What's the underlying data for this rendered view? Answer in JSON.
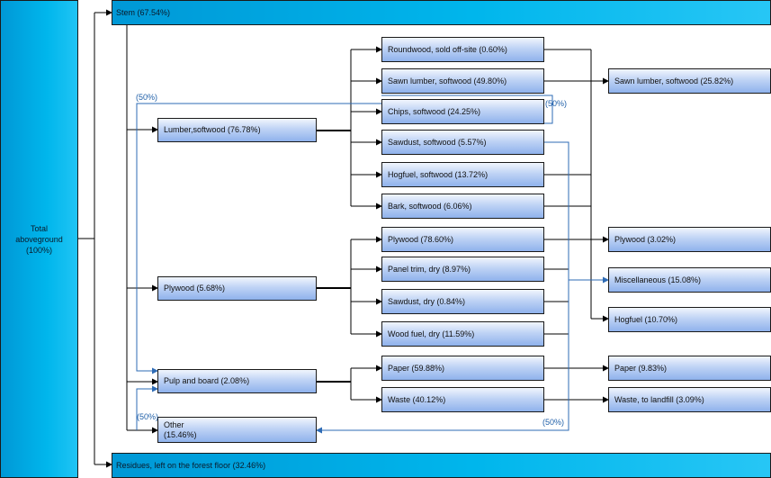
{
  "total": {
    "line1": "Total",
    "line2": "aboveground",
    "line3": "(100%)"
  },
  "stem": "Stem (67.54%)",
  "residues": "Residues, left on the forest floor (32.46%)",
  "primary": {
    "lumber": "Lumber,softwood (76.78%)",
    "plywood": "Plywood (5.68%)",
    "pulp": "Pulp and board (2.08%)",
    "other_line1": "Other",
    "other_line2": "(15.46%)"
  },
  "lumber_products": [
    "Roundwood, sold off-site (0.60%)",
    "Sawn lumber, softwood (49.80%)",
    "Chips, softwood (24.25%)",
    "Sawdust, softwood (5.57%)",
    "Hogfuel, softwood (13.72%)",
    "Bark, softwood (6.06%)"
  ],
  "plywood_products": [
    "Plywood (78.60%)",
    "Panel trim, dry (8.97%)",
    "Sawdust, dry (0.84%)",
    "Wood fuel, dry (11.59%)"
  ],
  "pulp_products": [
    "Paper (59.88%)",
    "Waste (40.12%)"
  ],
  "final": {
    "sawn": "Sawn lumber, softwood (25.82%)",
    "plywood": "Plywood (3.02%)",
    "misc": "Miscellaneous (15.08%)",
    "hogfuel": "Hogfuel (10.70%)",
    "paper": "Paper (9.83%)",
    "waste": "Waste, to landfill (3.09%)"
  },
  "recycle_labels": {
    "a": "(50%)",
    "b": "(50%)",
    "c": "(50%)",
    "d": "(50%)"
  }
}
